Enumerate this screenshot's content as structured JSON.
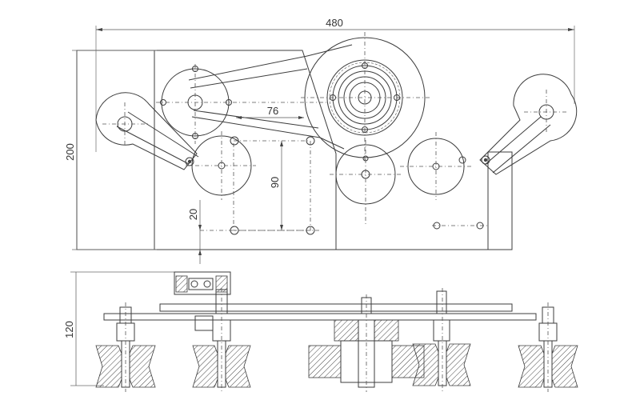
{
  "drawing": {
    "dimensions": {
      "overall_width": "480",
      "plan_height": "200",
      "elevation_height": "120",
      "pulley_spacing": "76",
      "vertical_spacing": "90",
      "bottom_offset": "20"
    }
  }
}
